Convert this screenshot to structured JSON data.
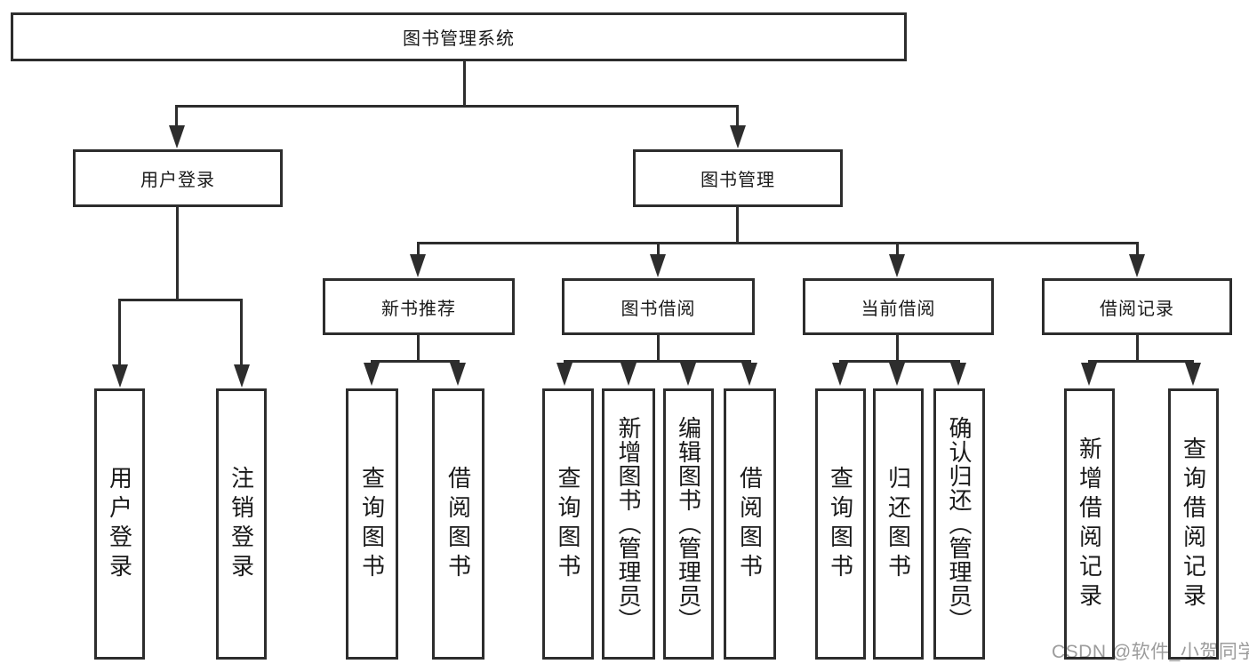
{
  "diagram_title": "图书管理系统",
  "root_label": "图书管理系统",
  "user_login": {
    "label": "用户登录",
    "children": [
      "用户登录",
      "注销登录"
    ]
  },
  "book_mgmt": {
    "label": "图书管理"
  },
  "new_books": {
    "label": "新书推荐",
    "children": [
      "查询图书",
      "借阅图书"
    ]
  },
  "book_borrow": {
    "label": "图书借阅",
    "children": [
      "查询图书",
      "新增图书（管理员）",
      "编辑图书（管理员）",
      "借阅图书"
    ]
  },
  "current_borrow": {
    "label": "当前借阅",
    "children": [
      "查询图书",
      "归还图书",
      "确认归还（管理员）"
    ]
  },
  "borrow_records": {
    "label": "借阅记录",
    "children": [
      "新增借阅记录",
      "查询借阅记录"
    ]
  },
  "watermark": {
    "text": "CSDN @软件_小贺同学"
  },
  "colors": {
    "line": "#2d2d2d",
    "text": "#1a1a1a",
    "watermark": "#9c9c9c",
    "background": "#ffffff"
  }
}
